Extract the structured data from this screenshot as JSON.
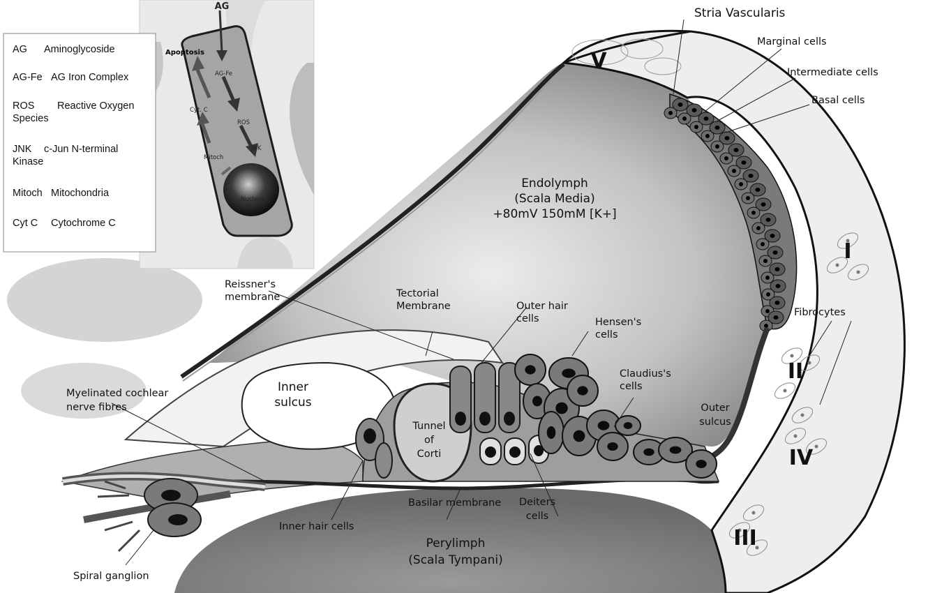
{
  "legend": {
    "entries": [
      {
        "abbr": "AG",
        "text": "Aminoglycoside"
      },
      {
        "abbr": "AG-Fe",
        "text": "AG Iron Complex"
      },
      {
        "abbr": "ROS",
        "text": "Reactive Oxygen",
        "cont": "Species"
      },
      {
        "abbr": "JNK",
        "text": "c-Jun N-terminal",
        "cont": "Kinase"
      },
      {
        "abbr": "Mitoch",
        "text": "Mitochondria"
      },
      {
        "abbr": "Cyt C",
        "text": "Cytochrome C"
      }
    ]
  },
  "inset": {
    "ag": "AG",
    "apoptosis": "Apoptosis",
    "agfe": "AG-Fe",
    "cytc": "Cyt. C",
    "ros": "ROS",
    "jnk": "JNK",
    "mitoch": "Mitoch",
    "nucleus": "Nucleus"
  },
  "labels": {
    "stria_vascularis": "Stria Vascularis",
    "marginal_cells": "Marginal cells",
    "intermediate_cells": "Intermediate cells",
    "basal_cells": "Basal cells",
    "endolymph": [
      "Endolymph",
      "(Scala Media)",
      "+80mV  150mM [K+]"
    ],
    "reissners": [
      "Reissner's",
      "membrane"
    ],
    "tectorial": [
      "Tectorial",
      "Membrane"
    ],
    "outer_hair": [
      "Outer hair",
      "cells"
    ],
    "hensens": [
      "Hensen's",
      "cells"
    ],
    "claudius": [
      "Claudius's",
      "cells"
    ],
    "fibrocytes": "Fibrocytes",
    "inner_sulcus": [
      "Inner",
      "sulcus"
    ],
    "myelinated": [
      "Myelinated cochlear",
      "nerve fibres"
    ],
    "tunnel": [
      "Tunnel",
      "of",
      "Corti"
    ],
    "outer_sulcus": [
      "Outer",
      "sulcus"
    ],
    "basilar": "Basilar membrane",
    "deiters": [
      "Deiters",
      "cells"
    ],
    "inner_hair": "Inner hair cells",
    "perilymph": [
      "Perylimph",
      "(Scala Tympani)"
    ],
    "spiral_ganglion": "Spiral ganglion"
  },
  "romans": {
    "I": "I",
    "II": "II",
    "III": "III",
    "IV": "IV",
    "V": "V"
  }
}
